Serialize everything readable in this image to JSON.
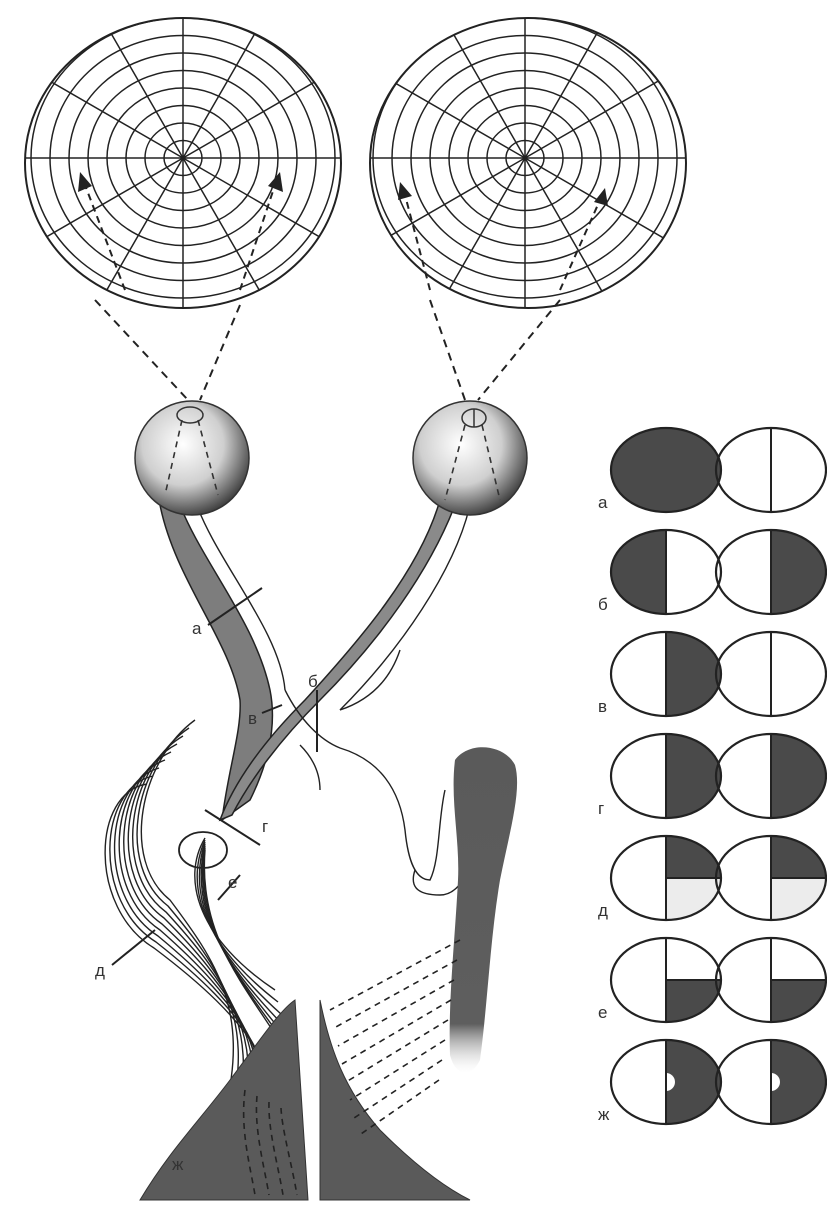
{
  "pathway_labels": {
    "a": "а",
    "b": "б",
    "v": "в",
    "g": "г",
    "d": "д",
    "e": "е",
    "zh": "ж"
  },
  "defect_rows": [
    {
      "label": "а",
      "left": "full",
      "right": "none"
    },
    {
      "label": "б",
      "left": "left-half",
      "right": "right-half"
    },
    {
      "label": "в",
      "left": "right-half",
      "right": "none"
    },
    {
      "label": "г",
      "left": "right-half",
      "right": "right-half"
    },
    {
      "label": "д",
      "left": "upper-right-quadrant",
      "right": "upper-right-quadrant"
    },
    {
      "label": "е",
      "left": "lower-right-quadrant",
      "right": "lower-right-quadrant"
    },
    {
      "label": "ж",
      "left": "right-half-macular-sparing",
      "right": "right-half-macular-sparing"
    }
  ],
  "colors": {
    "defect_fill": "#4a4a4a",
    "light_fill": "#ececec",
    "line": "#222222",
    "cortex_fill": "#5a5a5a",
    "radiation_fill": "#606060"
  }
}
